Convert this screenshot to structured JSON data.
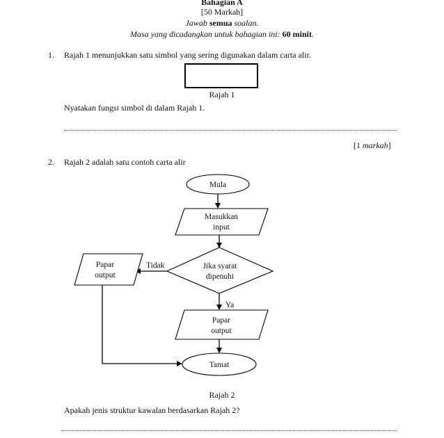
{
  "header": {
    "section_title": "Bahagian A",
    "marks_total": "[50 Markah]",
    "instruction_prefix": "Jawab ",
    "instruction_bold": "semua",
    "instruction_suffix": " soalan.",
    "time_prefix": "Masa yang dicadangkan untuk bahagian ini",
    "time_separator": ": ",
    "time_bold": "60 minit",
    "time_suffix": "."
  },
  "question1": {
    "number": "1.",
    "stem": "Rajah 1 menunjukkan satu simbol yang sering digunakan dalam carta alir.",
    "figure_caption": "Rajah 1",
    "sub_question": "Nyatakan fungsi simbol di dalam Rajah 1.",
    "answer_line": "..............................................................................................................................",
    "marks_open": "[1 ",
    "marks_word": "markah",
    "marks_close": "]"
  },
  "question2": {
    "number": "2.",
    "stem": "Rajah 2 adalah satu contoh carta alir",
    "figure_caption": "Rajah 2",
    "sub_question": "Apakah jenis struktur kawalan berdasarkan Rajah 2?",
    "answer_line": ".............................................................................................................................."
  },
  "flowchart": {
    "nodes": [
      {
        "id": "start",
        "type": "terminator",
        "label": "Mula"
      },
      {
        "id": "input",
        "type": "io",
        "label_line1": "Masukkan",
        "label_line2": "input"
      },
      {
        "id": "decision",
        "type": "decision",
        "label_line1": "Jika syarat",
        "label_line2": "dipenuhi"
      },
      {
        "id": "output_no",
        "type": "io",
        "label_line1": "Papar",
        "label_line2": "output"
      },
      {
        "id": "output_yes",
        "type": "io",
        "label_line1": "Papar",
        "label_line2": "output"
      },
      {
        "id": "end",
        "type": "terminator",
        "label": "Tamat"
      }
    ],
    "edges": [
      {
        "from": "start",
        "to": "input",
        "label": ""
      },
      {
        "from": "input",
        "to": "decision",
        "label": ""
      },
      {
        "from": "decision",
        "to": "output_no",
        "label": "Tidak"
      },
      {
        "from": "decision",
        "to": "output_yes",
        "label": "Ya"
      },
      {
        "from": "output_yes",
        "to": "end",
        "label": ""
      },
      {
        "from": "output_no",
        "to": "end",
        "label": ""
      }
    ],
    "edge_label_tidak": "Tidak",
    "edge_label_ya": "Ya"
  },
  "colors": {
    "ink": "#111111",
    "stroke": "#000000",
    "paper": "#ffffff",
    "dotted": "#4a4a4a"
  }
}
